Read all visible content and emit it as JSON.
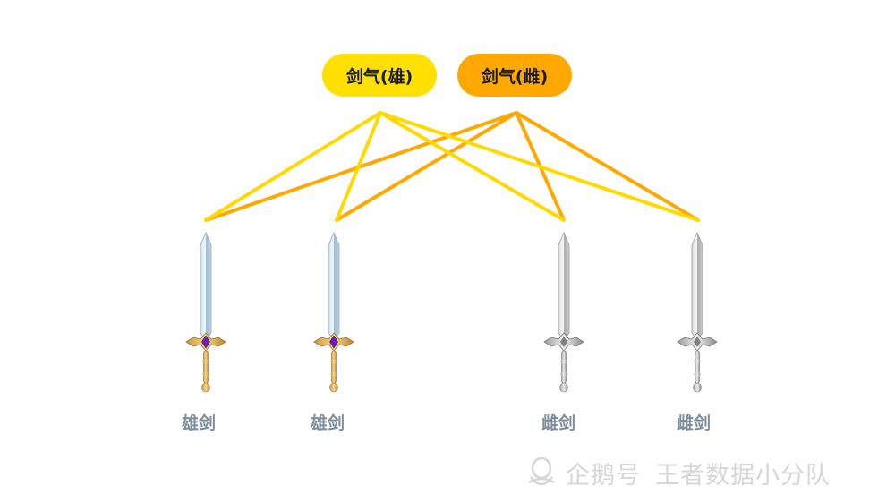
{
  "nodes": {
    "male_qi": "剑气(雄)",
    "female_qi": "剑气(雌)"
  },
  "swords": [
    {
      "label": "雄剑",
      "type": "male"
    },
    {
      "label": "雄剑",
      "type": "male"
    },
    {
      "label": "雌剑",
      "type": "female"
    },
    {
      "label": "雌剑",
      "type": "female"
    }
  ],
  "edges": [
    {
      "from": "male_qi",
      "to": 0
    },
    {
      "from": "male_qi",
      "to": 1
    },
    {
      "from": "male_qi",
      "to": 2
    },
    {
      "from": "male_qi",
      "to": 3
    },
    {
      "from": "female_qi",
      "to": 0
    },
    {
      "from": "female_qi",
      "to": 1
    },
    {
      "from": "female_qi",
      "to": 2
    },
    {
      "from": "female_qi",
      "to": 3
    }
  ],
  "colors": {
    "male_qi": "#ffe000",
    "female_qi": "#ffa800",
    "male_line": "#ffd900",
    "female_line": "#ffa800",
    "label": "#7d8c9a"
  },
  "watermark": {
    "icon": "penguin-logo-icon",
    "brand": "企鹅号",
    "author": "王者数据小分队"
  }
}
